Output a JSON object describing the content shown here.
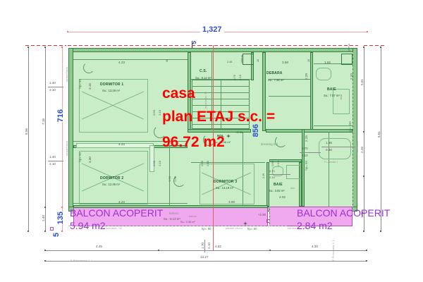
{
  "drawing": {
    "title_overlay_lines": [
      "casa",
      "plan ETAJ s.c. =",
      "96.72 m2"
    ],
    "level_marker": "+2.90"
  },
  "rooms": [
    {
      "name": "DORMITOR 1",
      "area": "Su.: 13.29 m²"
    },
    {
      "name": "DORMITOR 2",
      "area": "Su.: 12.35 m²"
    },
    {
      "name": "DORMITOR 3",
      "area": "Su.: 13.19 m²"
    },
    {
      "name": "C.S.",
      "area": "Su.: 8.12 m²"
    },
    {
      "name": "DEBARA",
      "area": "Su.: 7.96 m²"
    },
    {
      "name": "BAIE",
      "area": "Su.: 7.87 m²"
    },
    {
      "name": "BAIE",
      "area": "Su.: 3.82 m²"
    },
    {
      "name": "HOL",
      "area": "Su.: 13.08 m²"
    }
  ],
  "balconies": [
    {
      "overlay_name": "BALCON ACOPERIT",
      "overlay_area": "5.94 m2",
      "plan_label": "balcon",
      "plan_area": "Su.: 5.13 m²",
      "level": "+2.90",
      "rail": "balustrada= 90"
    },
    {
      "overlay_name": "BALCON ACOPERIT",
      "overlay_area": "2.84 m2",
      "plan_label": "balcon",
      "plan_area": "Su.: 2.46 m²",
      "rail": "balustrada= 90"
    }
  ],
  "blue_dims": {
    "top_total": "1,327",
    "top_small": "5",
    "left_total": "716",
    "left_small": "135",
    "left_corner": "5",
    "center_vertical": "856"
  },
  "dims": {
    "top_chain": [
      "4.23",
      "30",
      "2.45",
      "10",
      "3.58",
      "10",
      "1.92"
    ],
    "bottom_chain": [
      "4.45",
      "1.70",
      "2.10",
      "4.52",
      "4.30"
    ],
    "bottom_total": "13.27",
    "left_chain": [
      "8.56",
      "7.16",
      "1.40",
      "1.40",
      "2.10",
      "1.40",
      "2.10"
    ],
    "right_chain": [
      "5.01",
      "8.61",
      "2.20",
      "1.40",
      "1.85",
      "0.60"
    ],
    "interior": [
      "3.15",
      "3.30",
      "4.23",
      "2.29",
      "2.20",
      "4.12",
      "2.25",
      "2.25",
      "3.98",
      "2.02",
      "0.90",
      "2.10",
      "0.70",
      "2.10",
      "1.50",
      "2.00",
      "0.70",
      "2.10",
      "0.60",
      "1.20",
      "0.70",
      "2.10",
      "1.20"
    ]
  },
  "annotations": {
    "ghena": "ghena",
    "parapet_sticla": "parapet sticla",
    "panset_sticla": "panset sticla",
    "balustrada": "balustrada= 90",
    "hp90": "hp= 90",
    "hp150": "hp= 150",
    "dressing_hol": "dressing hol",
    "dus": "dus",
    "fat_lateral_1": "F Laterala 1",
    "fat_lateral_2": "F Laterala 2",
    "fat_principala": "F Principala 1-1"
  }
}
